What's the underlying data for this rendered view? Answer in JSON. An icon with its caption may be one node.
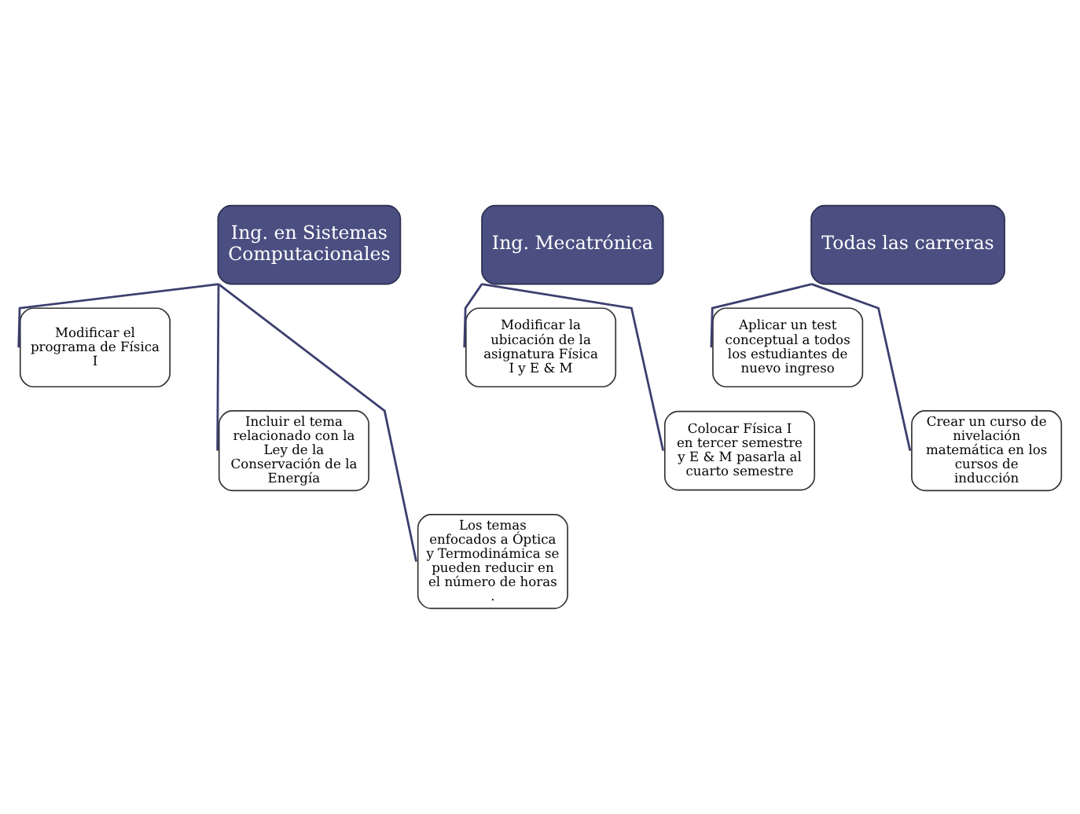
{
  "diagram": {
    "nodes": [
      {
        "text": [
          "Ing. en Sistemas Computacionales"
        ]
      },
      {
        "text": [
          "Modificar el programa de Física I"
        ]
      },
      {
        "text": [
          "Incluir el tema relacionado con la Ley de la Conservación de la Energía"
        ]
      },
      {
        "text": [
          "Los temas enfocados a Óptica y Termodinámica se pueden reducir en el número de horas ."
        ]
      },
      {
        "text": [
          "Ing. Mecatrónica"
        ]
      },
      {
        "text": [
          "Modificar la ubicación de la asignatura Física I y E & M"
        ]
      },
      {
        "text": [
          "Colocar Física I en tercer semestre y E & M pasarla al cuarto semestre"
        ]
      },
      {
        "text": [
          "Todas las carreras"
        ]
      },
      {
        "text": [
          "Aplicar un test conceptual a todos los estudiantes de nuevo ingreso"
        ]
      },
      {
        "text": [
          "Crear un curso de nivelación matemática en los cursos de inducción"
        ]
      }
    ],
    "edges": [
      {
        "from": 0,
        "to": 1,
        "arrow": "none"
      },
      {
        "from": 0,
        "to": 2,
        "arrow": "none"
      },
      {
        "from": 0,
        "to": 3,
        "arrow": "none"
      },
      {
        "from": 4,
        "to": 5,
        "arrow": "none"
      },
      {
        "from": 4,
        "to": 6,
        "arrow": "none"
      },
      {
        "from": 7,
        "to": 8,
        "arrow": "none"
      },
      {
        "from": 7,
        "to": 9,
        "arrow": "none"
      }
    ]
  }
}
